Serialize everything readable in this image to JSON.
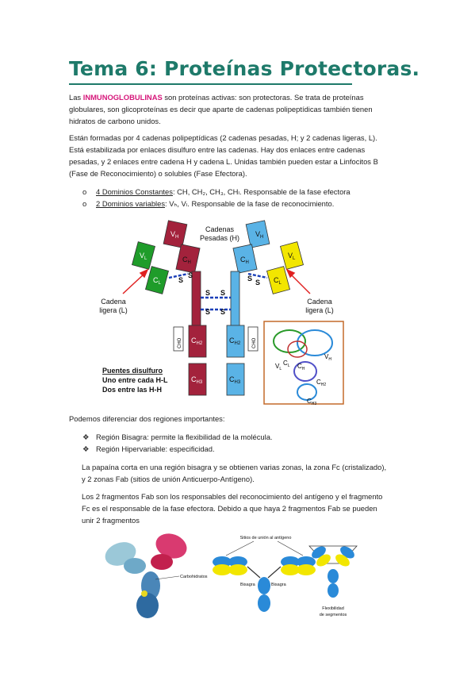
{
  "title": "Tema 6: Proteínas Protectoras.",
  "intro": {
    "pre": "Las ",
    "highlight": "INMUNOGLOBULINAS",
    "line1_rest": " son proteínas activas: son protectoras. Se trata de proteínas",
    "line2": "globulares, son glicoproteínas es decir que aparte de cadenas polipeptídicas también tienen",
    "line3": "hidratos de carbono unidos."
  },
  "structure": {
    "line1": "Están formadas por 4 cadenas polipeptídicas (2 cadenas pesadas, H; y 2 cadenas ligeras, L).",
    "line2": "Está estabilizada por enlaces disulfuro entre las cadenas. Hay dos enlaces entre cadenas",
    "line3": "pesadas, y 2 enlaces entre cadena H y cadena L. Unidas también pueden estar a Linfocitos B",
    "line4": "(Fase de Reconocimiento) o solubles (Fase Efectora)."
  },
  "domains": [
    {
      "marker": "o",
      "label": "4 Dominios Constantes",
      "text": ": CH, CH₂, CH₃, CHₗ. Responsable de la fase efectora"
    },
    {
      "marker": "o",
      "label": "2 Dominios variables",
      "text": ": Vₕ, Vₗ. Responsable de la fase de reconocimiento."
    }
  ],
  "figure1": {
    "heavy_label_1": "Cadenas",
    "heavy_label_2": "Pesadas (H)",
    "light_left_1": "Cadena",
    "light_left_2": "ligera (L)",
    "light_right_1": "Cadena",
    "light_right_2": "ligera (L)",
    "puentes_title": "Puentes disulfuro",
    "puentes_1": "Uno entre cada H-L",
    "puentes_2": "Dos entre las H-H",
    "vh": "V",
    "vh_sub": "H",
    "vl": "V",
    "vl_sub": "L",
    "ch1": "C",
    "ch1_sub": "H",
    "cl": "C",
    "cl_sub": "L",
    "ch2": "C",
    "ch2_sub": "H2",
    "ch3": "C",
    "ch3_sub": "H3",
    "s": "S",
    "carbo": "CHO",
    "colors": {
      "heavy_left": "#a3223c",
      "heavy_right": "#5ab3e6",
      "light_left": "#1f9c2a",
      "light_right": "#f2e600",
      "disulfide": "#1a3fb8",
      "arrow": "#e02020"
    }
  },
  "regions_intro": "Podemos diferenciar dos regiones importantes:",
  "regions": [
    {
      "marker": "❖",
      "text": "Región Bisagra: permite la flexibilidad de la molécula."
    },
    {
      "marker": "❖",
      "text": "Región Hipervariable: especificidad."
    }
  ],
  "papain": {
    "line1": "La papaína corta en una región bisagra y se obtienen varias zonas, la zona Fc (cristalizado),",
    "line2": "y 2 zonas Fab (sitios de unión Anticuerpo-Antígeno)."
  },
  "fragments": {
    "line1": "Los 2 fragmentos Fab son los responsables del reconocimiento del antígeno y el fragmento",
    "line2": "Fc es el responsable de la fase efectora. Debido a que haya 2 fragmentos Fab se pueden",
    "line3": "unir 2 fragmentos"
  },
  "figure2": {
    "carbo": "Carbohidratos",
    "sitios": "Sitios de unión al antígeno",
    "bisagra_left": "Bisagra",
    "bisagra_right": "Bisagra",
    "flex_1": "Flexibilidad",
    "flex_2": "de segmentos"
  }
}
